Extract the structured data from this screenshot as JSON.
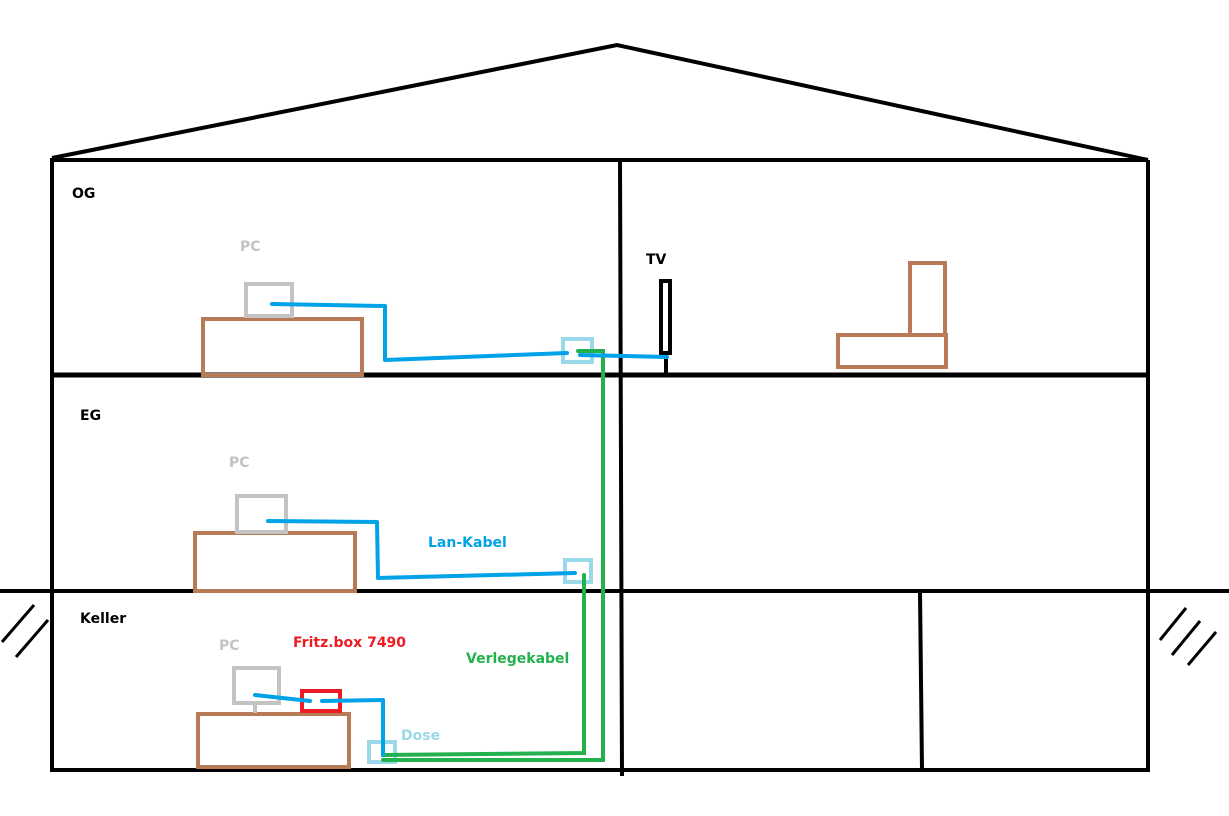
{
  "floors": {
    "og": "OG",
    "eg": "EG",
    "keller": "Keller"
  },
  "devices": {
    "pc_og": "PC",
    "pc_eg": "PC",
    "pc_keller": "PC",
    "tv": "TV",
    "router": "Fritz.box 7490",
    "socket": "Dose"
  },
  "cables": {
    "lan": "Lan-Kabel",
    "installation": "Verlegekabel"
  },
  "colors": {
    "wall": "#000000",
    "furniture": "#b97a57",
    "pc": "#c3c3c3",
    "lan": "#00a2e8",
    "installation": "#22b14c",
    "socket": "#99d9ea",
    "router": "#ed1c24"
  }
}
